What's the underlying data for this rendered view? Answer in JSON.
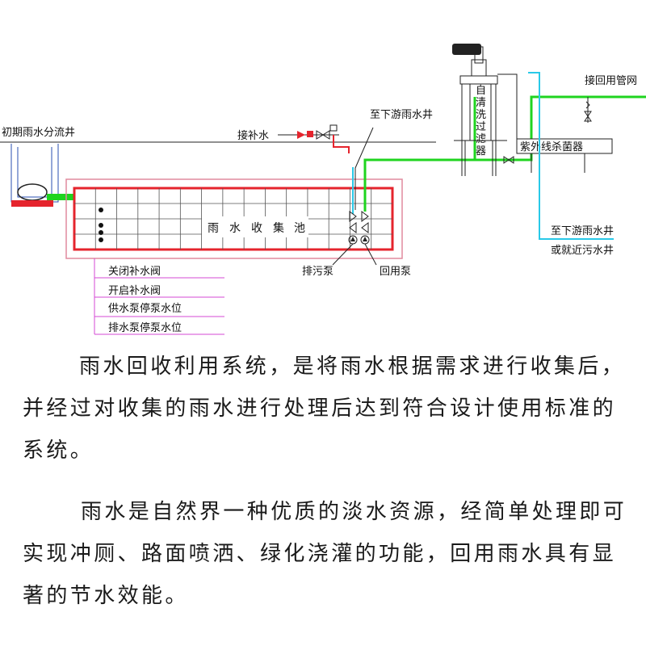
{
  "diagram": {
    "labels": {
      "initial_rain_well": "初期雨水分流井",
      "makeup_water": "接补水",
      "downstream_well_top": "至下游雨水井",
      "filter_chars": [
        "自",
        "清",
        "洗",
        "过",
        "滤",
        "器"
      ],
      "uv_sterilizer": "紫外线杀菌器",
      "reuse_network": "接回用管网",
      "downstream_well_right_1": "至下游雨水井",
      "downstream_well_right_2": "或就近污水井",
      "pool_chars": [
        "雨",
        "水",
        "收",
        "集",
        "池"
      ],
      "drain_pump": "排污泵",
      "reuse_pump": "回用泵",
      "legend": [
        "关闭补水阀",
        "开启补水阀",
        "供水泵停泵水位",
        "排水泵停泵水位"
      ]
    },
    "colors": {
      "pool": "#e5242d",
      "pool_frame": "#e08a9e",
      "reuse_pipe": "#1fd41f",
      "drain_pipe": "#29c9e8",
      "legend_lines": "#d44ad4",
      "makeup_pipe": "#e5242d",
      "structure": "#222222"
    }
  },
  "text": {
    "paragraph_1": "雨水回收利用系统，是将雨水根据需求进行收集后，并经过对收集的雨水进行处理后达到符合设计使用标准的系统。",
    "paragraph_2": "雨水是自然界一种优质的淡水资源，经简单处理即可实现冲厕、路面喷洒、绿化浇灌的功能，回用雨水具有显著的节水效能。"
  }
}
